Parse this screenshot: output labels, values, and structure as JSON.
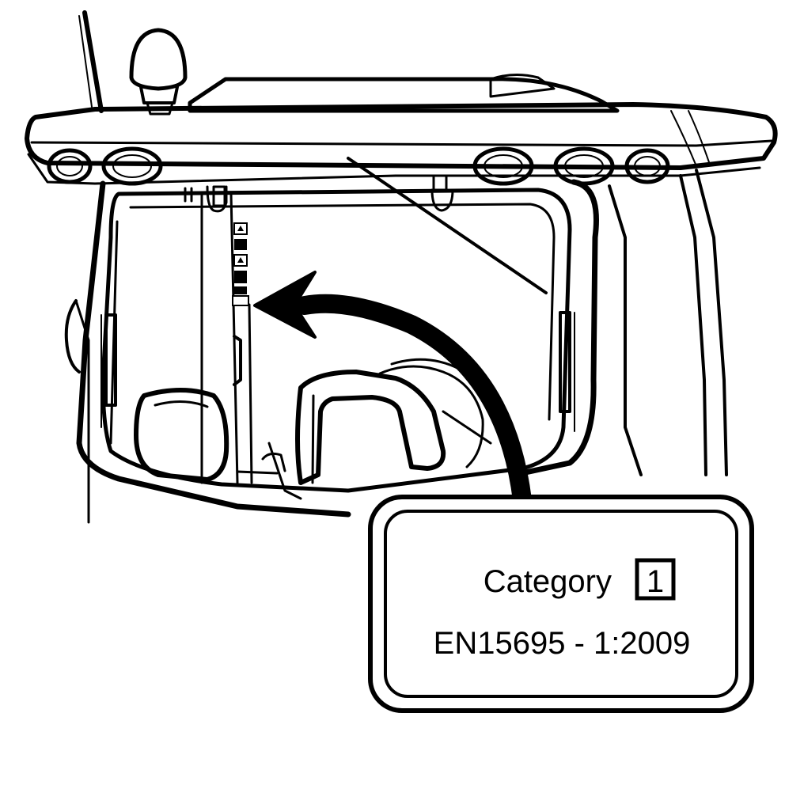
{
  "label": {
    "category_text": "Category",
    "category_number": "1",
    "standard_text": "EN15695  - 1:2009"
  },
  "colors": {
    "ink": "#000000",
    "paper": "#ffffff"
  }
}
